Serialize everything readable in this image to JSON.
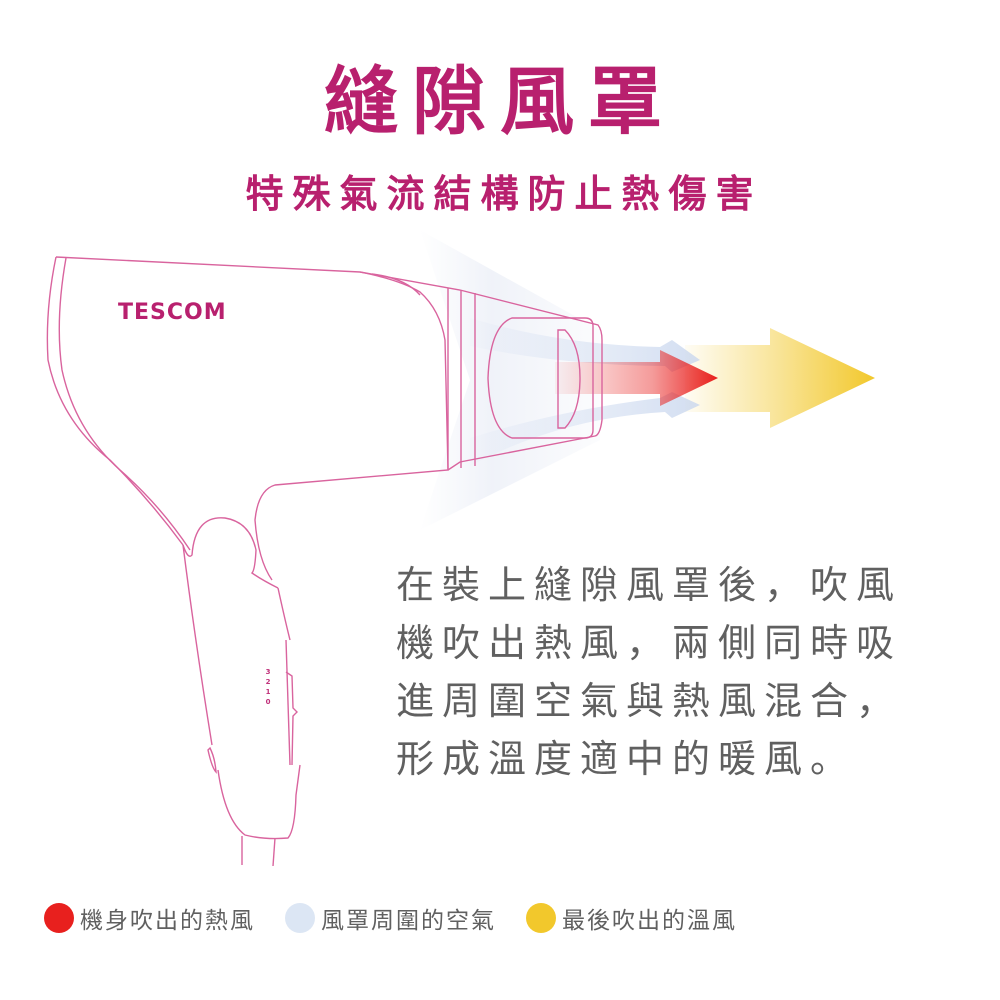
{
  "header": {
    "title": "縫隙風罩",
    "subtitle": "特殊氣流結構防止熱傷害"
  },
  "product": {
    "brand": "TESCOM",
    "speed_settings": [
      "3",
      "2",
      "1",
      "0"
    ]
  },
  "description": {
    "lines": [
      "在裝上縫隙風罩後，吹風",
      "機吹出熱風，兩側同時吸",
      "進周圍空氣與熱風混合，",
      "形成溫度適中的暖風。"
    ]
  },
  "legend": {
    "items": [
      {
        "label": "機身吹出的熱風",
        "color": "#e8201e"
      },
      {
        "label": "風罩周圍的空氣",
        "color": "#dce6f4"
      },
      {
        "label": "最後吹出的溫風",
        "color": "#f2c82c"
      }
    ]
  },
  "colors": {
    "brand": "#b8206e",
    "outline": "#d9649e",
    "hot_air": "#e8201e",
    "ambient_air": "#dce6f4",
    "warm_air": "#f2c82c",
    "body_text": "#606060"
  }
}
